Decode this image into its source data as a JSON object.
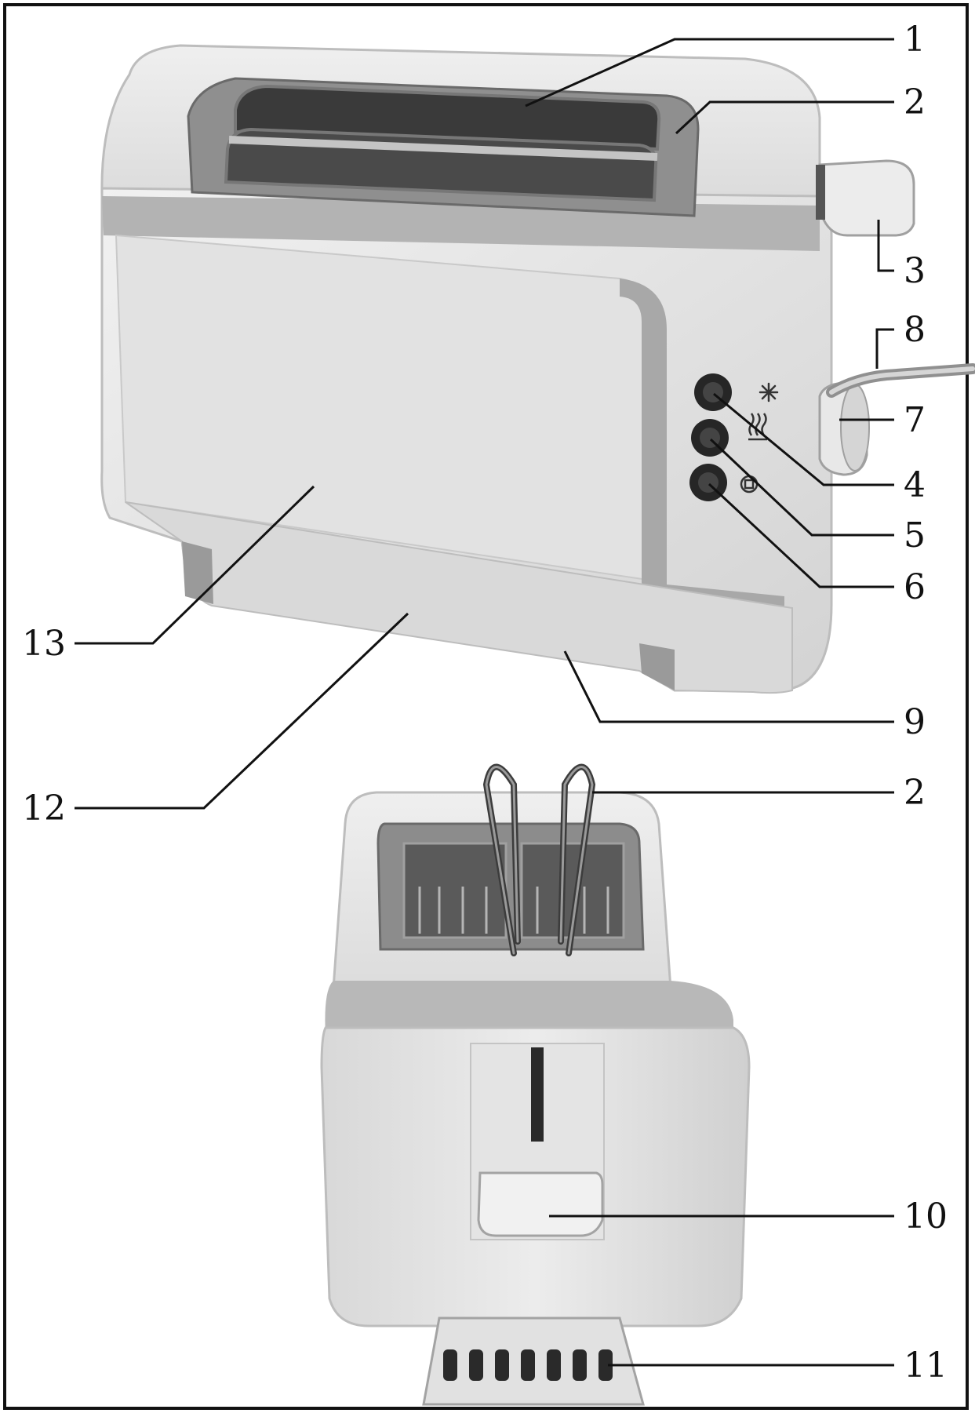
{
  "figure": {
    "type": "toaster-parts-diagram",
    "colors": {
      "background": "#ffffff",
      "frame": "#111111",
      "body_light": "#e9e9e9",
      "body_mid": "#cfcfcf",
      "band": "#a9a9a9",
      "slot_metal": "#8c8c8c",
      "button": "#262626",
      "leader": "#111111"
    },
    "icons": [
      "defrost-snowflake-icon",
      "reheat-waves-icon",
      "cancel-stop-icon"
    ]
  },
  "callouts": [
    {
      "id": "c1",
      "label": "1"
    },
    {
      "id": "c2a",
      "label": "2"
    },
    {
      "id": "c3",
      "label": "3"
    },
    {
      "id": "c8",
      "label": "8"
    },
    {
      "id": "c7",
      "label": "7"
    },
    {
      "id": "c4",
      "label": "4"
    },
    {
      "id": "c5",
      "label": "5"
    },
    {
      "id": "c6",
      "label": "6"
    },
    {
      "id": "c13",
      "label": "13"
    },
    {
      "id": "c9",
      "label": "9"
    },
    {
      "id": "c12",
      "label": "12"
    },
    {
      "id": "c2b",
      "label": "2"
    },
    {
      "id": "c10",
      "label": "10"
    },
    {
      "id": "c11",
      "label": "11"
    }
  ]
}
